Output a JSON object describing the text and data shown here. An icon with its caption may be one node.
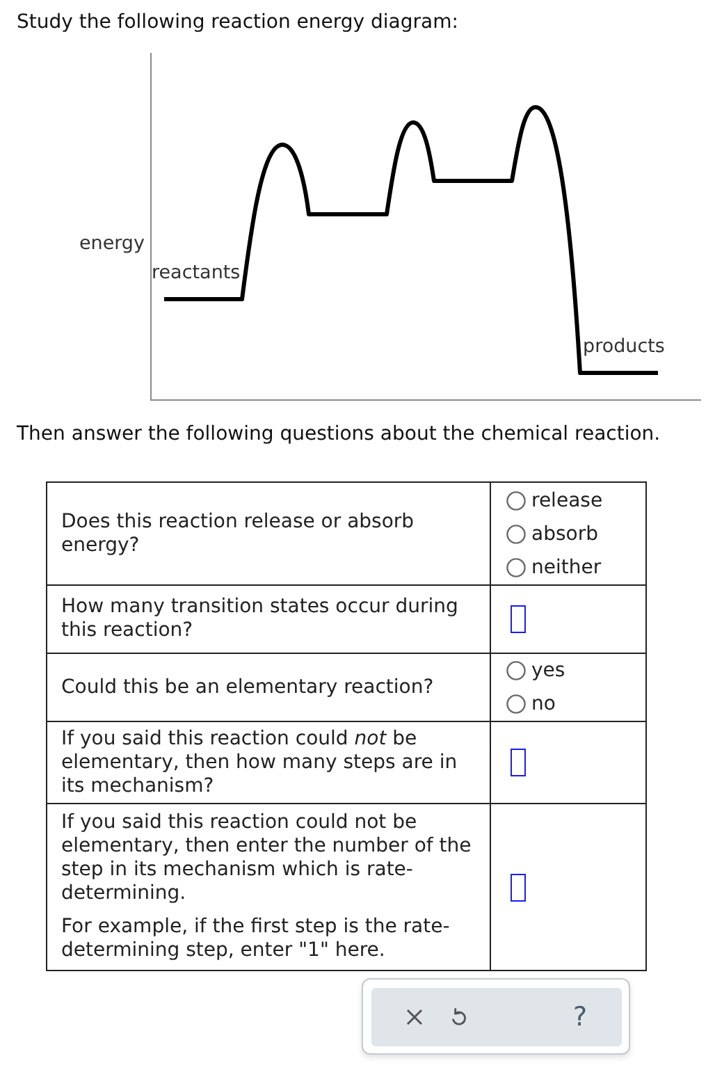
{
  "diagram": {
    "title": "Study the following reaction energy diagram:",
    "labels": [
      "energy",
      "reactants",
      "products",
      "Then answer the following questions about the chemical reaction.",
      "Does this reaction release or absorb energy?",
      "release",
      "absorb",
      "neither",
      "How many transition states occur during this reaction?",
      "Could this be an elementary reaction?",
      "yes",
      "no",
      "If you said this reaction could *not* be elementary, then how many steps are in its mechanism?",
      "If you said this reaction could not be elementary, then enter the number of the step in its mechanism which is rate-determining.",
      "For example, if the first step is the rate-determining step, enter \"1\" here.",
      "?"
    ]
  }
}
